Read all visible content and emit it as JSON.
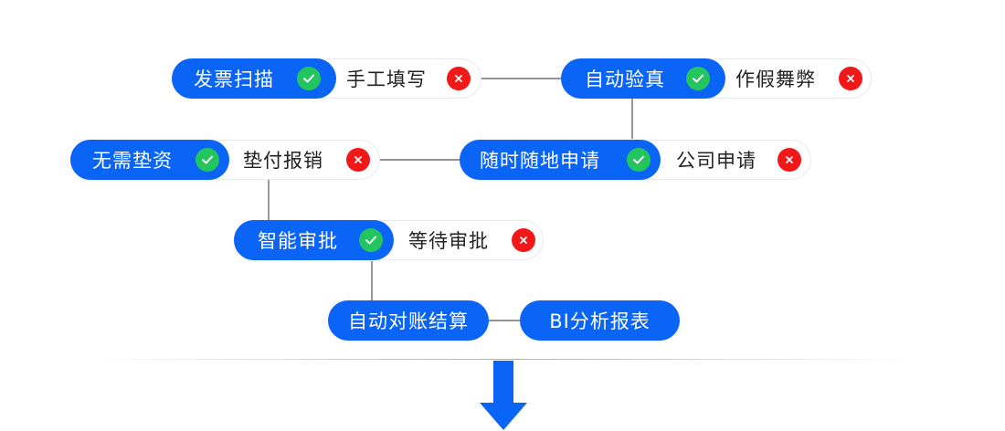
{
  "diagram": {
    "row1_left": {
      "good": "发票扫描",
      "bad": "手工填写"
    },
    "row1_right": {
      "good": "自动验真",
      "bad": "作假舞弊"
    },
    "row2_left": {
      "good": "无需垫资",
      "bad": "垫付报销"
    },
    "row2_right": {
      "good": "随时随地申请",
      "bad": "公司申请"
    },
    "row3": {
      "good": "智能审批",
      "bad": "等待审批"
    },
    "row4": {
      "left": "自动对账结算",
      "right": "BI分析报表"
    }
  },
  "icons": {
    "good": "check-icon",
    "bad": "cross-icon",
    "flow": "down-arrow-icon"
  },
  "colors": {
    "primary": "#0a64f5",
    "good": "#22c55e",
    "bad": "#f01818",
    "divider": "#0d94d6"
  }
}
